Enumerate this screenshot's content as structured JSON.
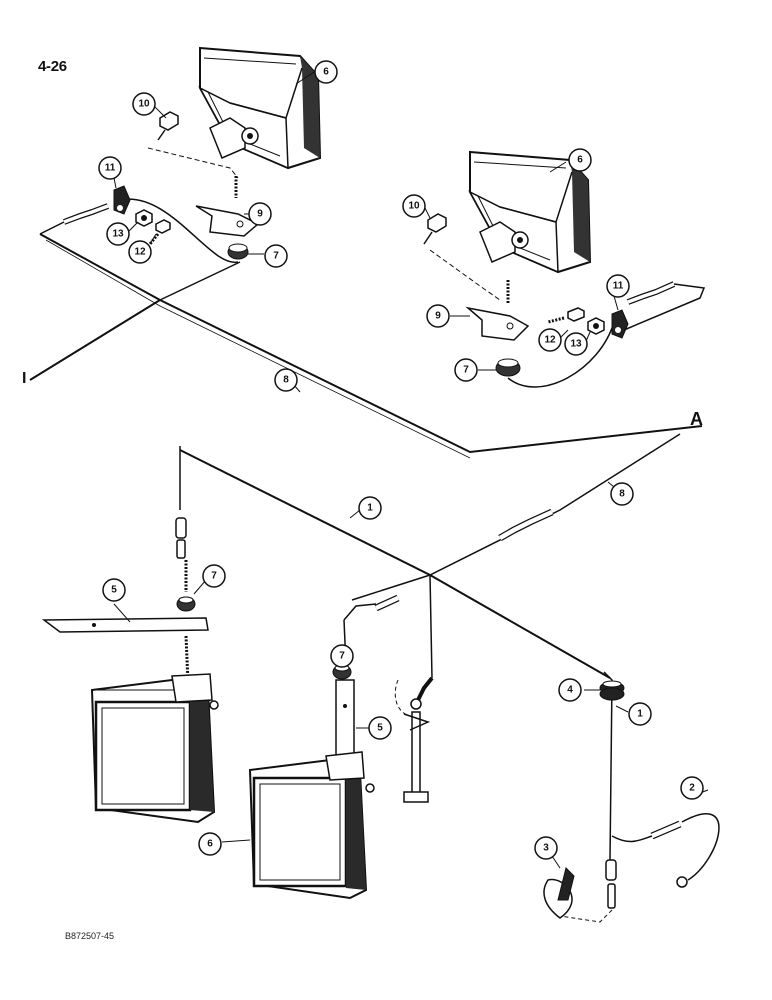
{
  "page": {
    "page_number": "4-26",
    "figure_code": "B872507-45",
    "connector_a": "A",
    "connector_mark": "I"
  },
  "callouts": {
    "c6a": "6",
    "c10a": "10",
    "c11a": "11",
    "c9a": "9",
    "c13a": "13",
    "c12a": "12",
    "c7a": "7",
    "c6b": "6",
    "c10b": "10",
    "c11b": "11",
    "c9b": "9",
    "c12b": "12",
    "c13b": "13",
    "c7b": "7",
    "c8a": "8",
    "c8b": "8",
    "c1a": "1",
    "c1b": "1",
    "c5a": "5",
    "c7c": "7",
    "c7d": "7",
    "c5b": "5",
    "c4": "4",
    "c2": "2",
    "c3": "3",
    "c6c": "6"
  },
  "colors": {
    "ink": "#111111",
    "paper": "#ffffff",
    "lamp_shade": "#2a2a2a"
  }
}
